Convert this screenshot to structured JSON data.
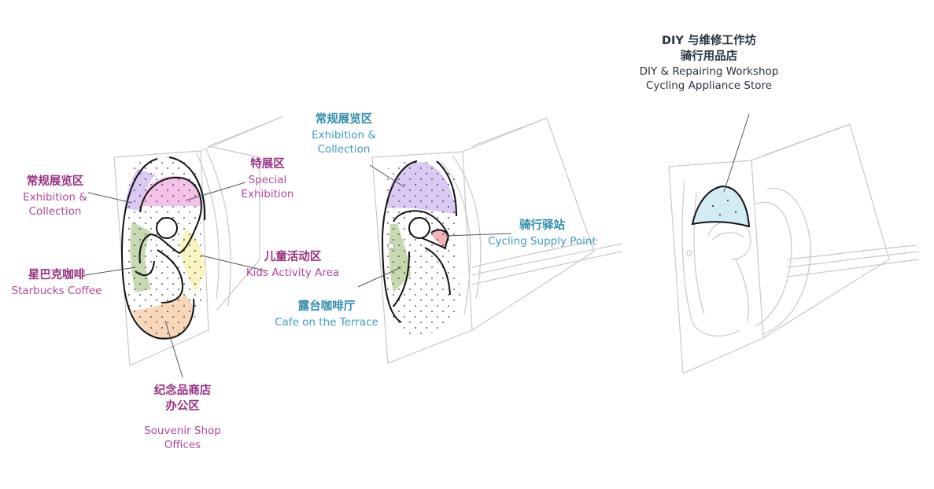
{
  "colors": {
    "magenta_label": "#9a2f82",
    "blue_label": "#2f8cad",
    "dark_label": "#2a3440",
    "zone_purple": "#d9c9f3",
    "zone_pink": "#f3c2e8",
    "zone_green": "#c7d9b0",
    "zone_yellow": "#faf5c0",
    "zone_orange": "#f8d6b8",
    "zone_red": "#f4b4b8",
    "zone_cyan": "#d3ecf4",
    "outline": "#c8c8c8"
  },
  "floor1": {
    "exhibition": {
      "zh": "常规展览区",
      "en1": "Exhibition &",
      "en2": "Collection"
    },
    "special": {
      "zh": "特展区",
      "en1": "Special",
      "en2": "Exhibition"
    },
    "kids": {
      "zh": "儿童活动区",
      "en": "Kids Activity Area"
    },
    "starbucks": {
      "zh": "星巴克咖啡",
      "en": "Starbucks Coffee"
    },
    "souvenir": {
      "zh1": "纪念品商店",
      "zh2": "办公区",
      "en1": "Souvenir Shop",
      "en2": "Offices"
    }
  },
  "floor2": {
    "exhibition": {
      "zh": "常规展览区",
      "en1": "Exhibition &",
      "en2": "Collection"
    },
    "cycling": {
      "zh": "骑行驿站",
      "en": "Cycling Supply Point"
    },
    "cafe": {
      "zh": "露台咖啡厅",
      "en": "Cafe on the Terrace"
    }
  },
  "floor3": {
    "diy": {
      "zh1": "DIY 与维修工作坊",
      "zh2": "骑行用品店",
      "en1": "DIY & Repairing Workshop",
      "en2": "Cycling Appliance Store"
    }
  }
}
